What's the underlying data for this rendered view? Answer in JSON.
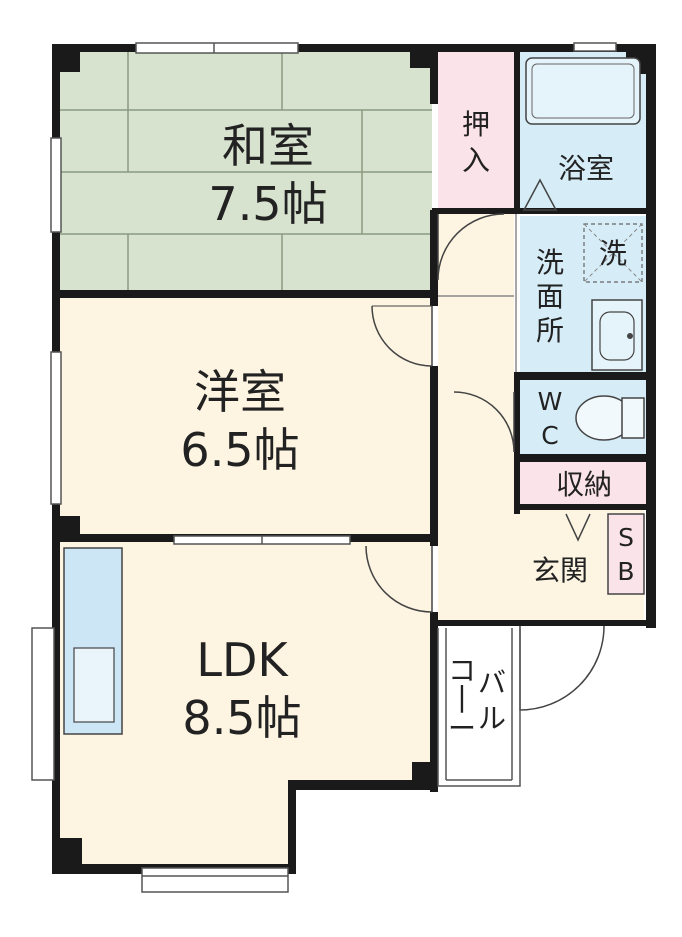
{
  "rooms": {
    "washitsu": {
      "name": "和室",
      "size": "7.5帖"
    },
    "youshitsu": {
      "name": "洋室",
      "size": "6.5帖"
    },
    "ldk": {
      "name": "LDK",
      "size": "8.5帖"
    },
    "oshiire": {
      "chars": [
        "押",
        "入"
      ]
    },
    "yokushitsu": {
      "name": "浴室"
    },
    "senmenjo": {
      "chars": [
        "洗",
        "面",
        "所"
      ]
    },
    "sentaku": {
      "name": "洗"
    },
    "wc": {
      "chars": [
        "W",
        "C"
      ]
    },
    "shuno": {
      "name": "収納"
    },
    "genkan": {
      "name": "玄関"
    },
    "sb": {
      "chars": [
        "S",
        "B"
      ]
    },
    "balcony": {
      "col1": [
        "コ",
        "|",
        "ー"
      ],
      "col2": [
        "バ",
        "ル"
      ]
    }
  },
  "colors": {
    "wall": "#1a1a1a",
    "tatami": "#d7e3cf",
    "floor": "#fdf5e2",
    "wet": "#d6ecf7",
    "storage": "#fbe3ea",
    "stroke": "#333333"
  }
}
